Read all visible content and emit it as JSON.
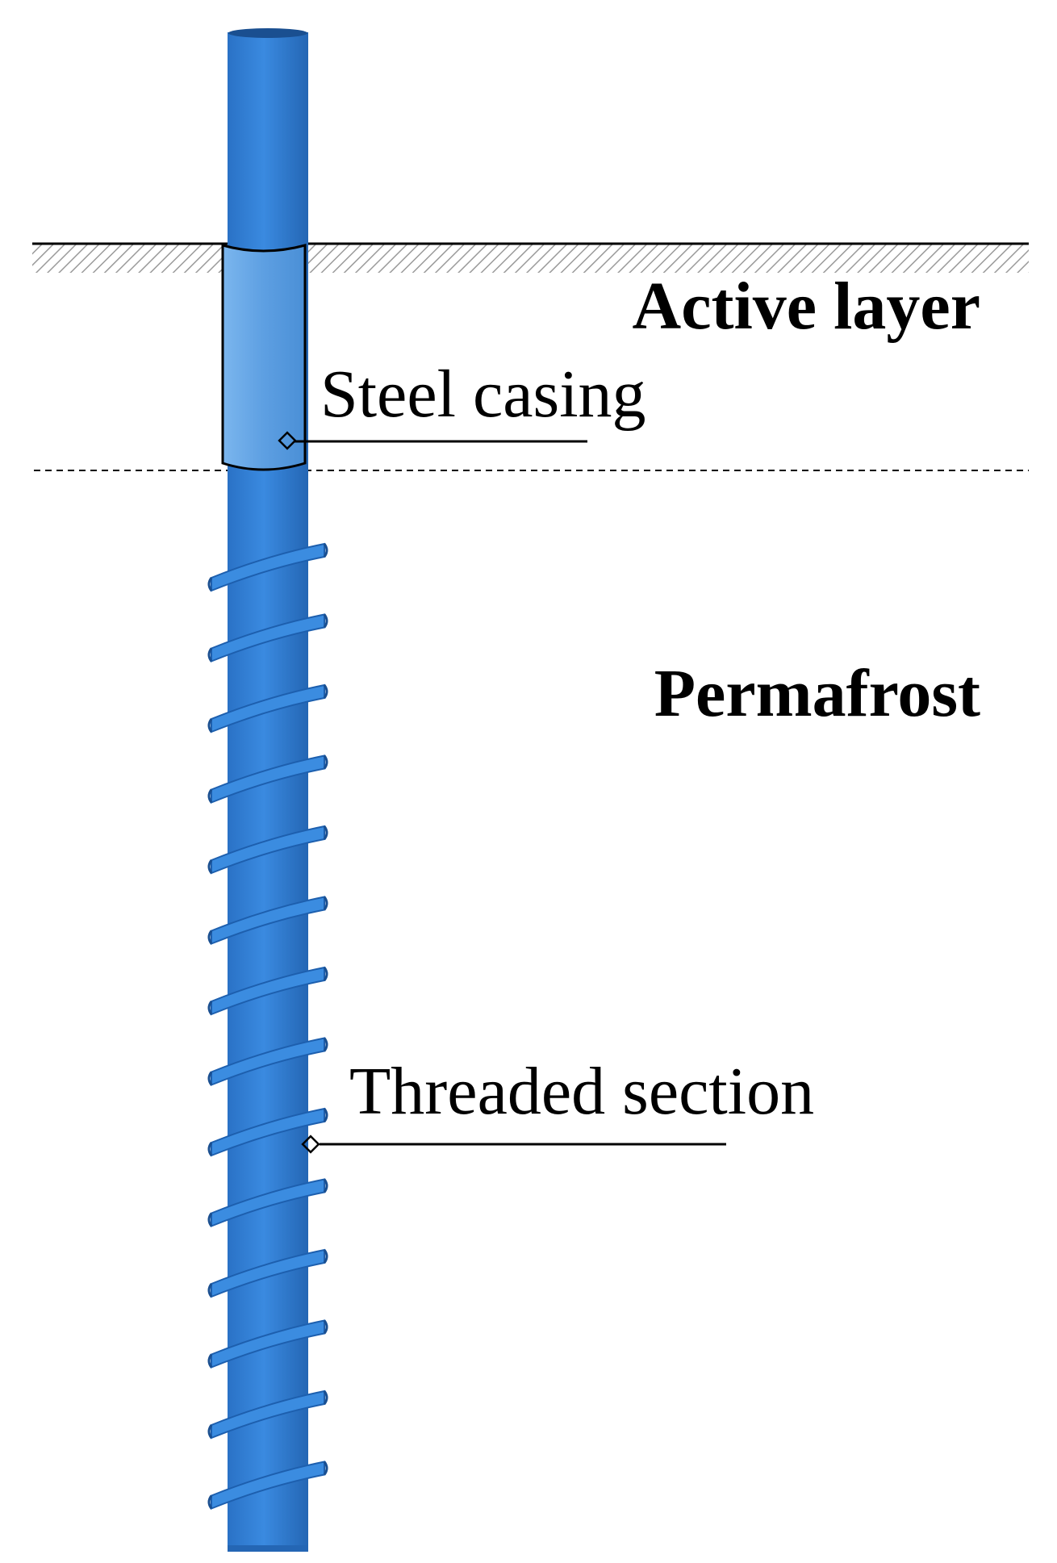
{
  "labels": {
    "active_layer": "Active layer",
    "permafrost": "Permafrost",
    "steel_casing": "Steel casing",
    "threaded_section": "Threaded section"
  },
  "colors": {
    "pile": "#2f7fd6",
    "pile_dark": "#1d5fae",
    "pile_light": "#5a9ee6",
    "casing": "#6aaae8",
    "hatch": "#9a9a9a",
    "line": "#000000"
  },
  "thread_turns": 14
}
